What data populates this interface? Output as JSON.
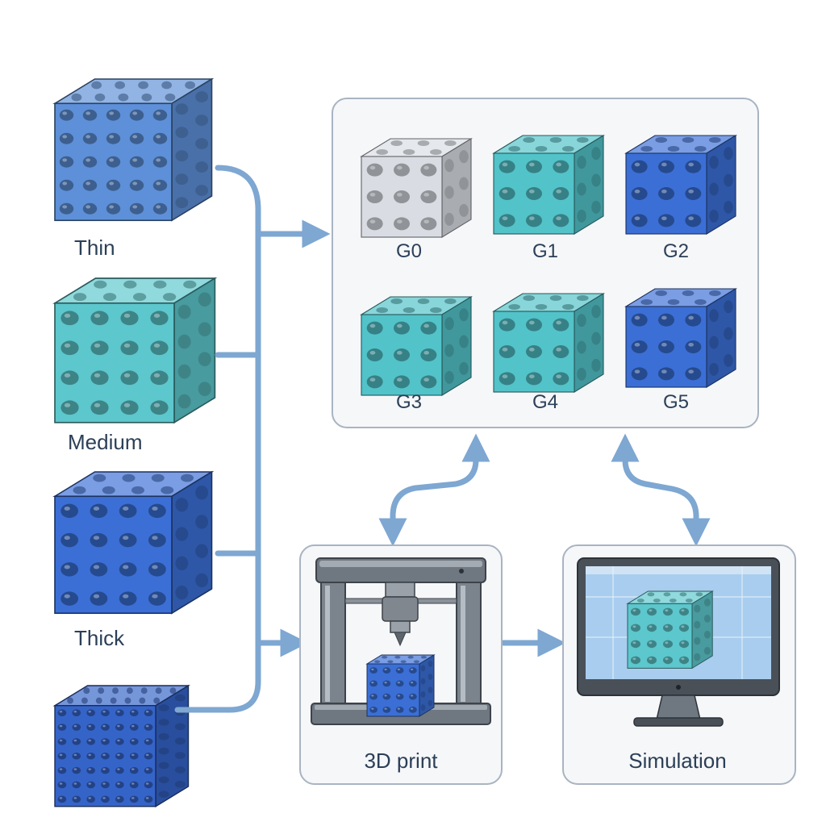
{
  "thickness_variants": {
    "thin": "Thin",
    "medium": "Medium",
    "thick": "Thick"
  },
  "grade_panel": {
    "items": [
      {
        "label": "G0",
        "color": "#d9dde3"
      },
      {
        "label": "G1",
        "color": "#52c3c9"
      },
      {
        "label": "G2",
        "color": "#3b6fd6"
      },
      {
        "label": "G3",
        "color": "#52c3c9"
      },
      {
        "label": "G4",
        "color": "#52c3c9"
      },
      {
        "label": "G5",
        "color": "#3b6fd6"
      }
    ]
  },
  "process": {
    "print_label": "3D print",
    "simulation_label": "Simulation"
  },
  "colors": {
    "connector": "#7ea7d2",
    "panel_border": "#a9b4c2",
    "thin_cube": "#5d90d8",
    "medium_cube": "#5cc7cc",
    "thick_cube": "#3b6fd6",
    "dense_cube": "#3564c9"
  }
}
